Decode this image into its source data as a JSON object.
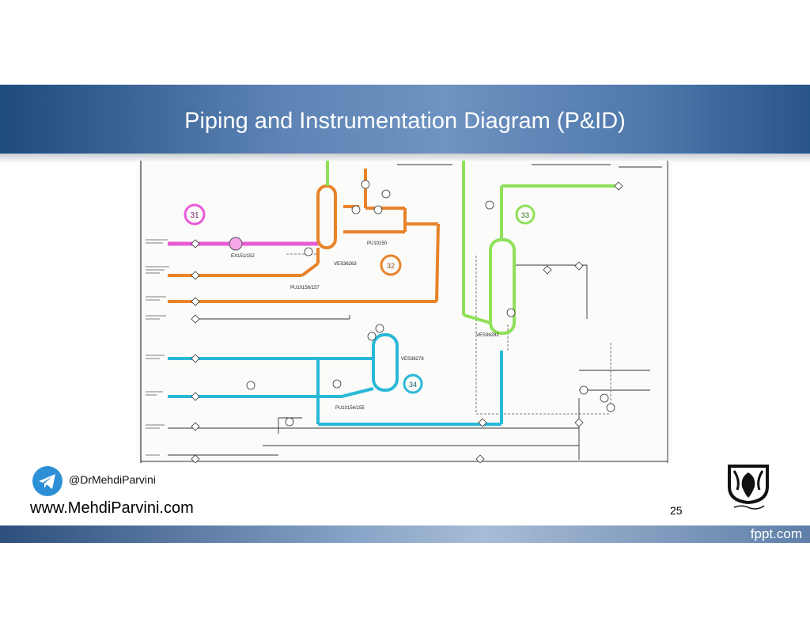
{
  "slide": {
    "title": "Piping and Instrumentation Diagram (P&ID)",
    "handle": "@DrMehdiParvini",
    "website": "www.MehdiParvini.com",
    "page_number": "25",
    "watermark": "fppt.com"
  },
  "diagram": {
    "equipment": [
      "EX151/152",
      "VES36263",
      "PU10150",
      "PU10156/157",
      "VES36282",
      "VES36278",
      "PU10154/155"
    ],
    "annotations": [
      "31",
      "32",
      "33",
      "34"
    ],
    "colors": {
      "magenta": "#e85ad8",
      "orange": "#e8832a",
      "green": "#8fe05a",
      "cyan": "#2ab8d8"
    }
  }
}
